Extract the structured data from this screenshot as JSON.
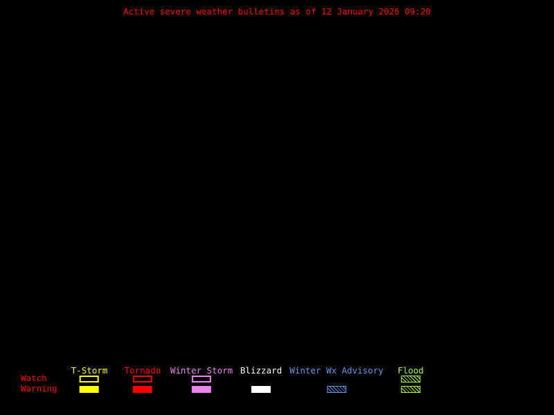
{
  "title": "Active severe weather bulletins as of 12 January 2026 09:20",
  "legend": {
    "watch_label": "Watch",
    "warning_label": "Warning",
    "columns": [
      {
        "label": "T-Storm",
        "color": "#ffff00",
        "watch": "outline",
        "warning": "fill"
      },
      {
        "label": "Tornado",
        "color": "#ff0000",
        "watch": "outline",
        "warning": "fill"
      },
      {
        "label": "Winter Storm",
        "color": "#ee82ee",
        "watch": "outline",
        "warning": "fill"
      },
      {
        "label": "Blizzard",
        "color": "#ffffff",
        "watch": "none",
        "warning": "fill"
      },
      {
        "label": "Winter Wx Advisory",
        "color": "#6495ed",
        "watch": "none",
        "warning": "hatch"
      },
      {
        "label": "Flood",
        "color": "#adff2f",
        "watch": "hatch",
        "warning": "hatch"
      }
    ]
  },
  "colors": {
    "background": "#000000",
    "title": "#ff0000",
    "row_labels": "#ff0000"
  }
}
